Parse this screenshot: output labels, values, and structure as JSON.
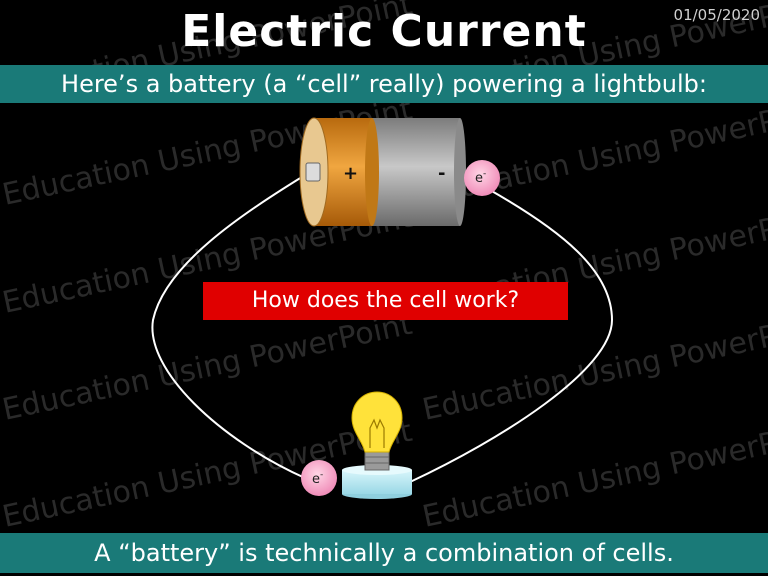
{
  "slide": {
    "date": "01/05/2020",
    "title": "Electric Current",
    "subtitle": "Here’s a battery (a “cell” really) powering a lightbulb:",
    "question": "How does the cell work?",
    "footer": "A “battery” is technically a combination of cells.",
    "watermark": "Education Using PowerPoint"
  },
  "diagram": {
    "cell": {
      "positive_sign": "+",
      "negative_sign": "-"
    },
    "electrons": [
      {
        "label": "e",
        "charge": "-"
      },
      {
        "label": "e",
        "charge": "-"
      }
    ]
  },
  "colors": {
    "banner": "#1a7a78",
    "question_box": "#e00000",
    "cell_positive": "#d98a1c",
    "cell_negative": "#a8a8a8",
    "electron": "#f6a8c8",
    "bulb": "#ffe23a"
  }
}
